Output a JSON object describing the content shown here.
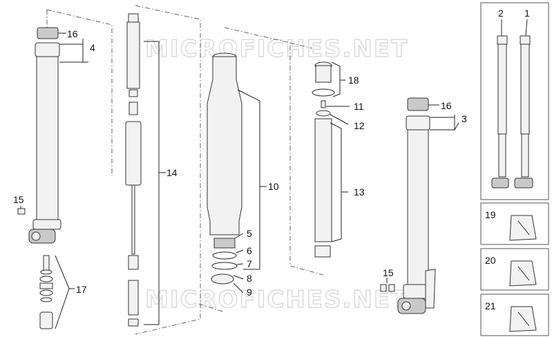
{
  "watermark": "MICROFICHES.NET",
  "callouts": {
    "c1": "1",
    "c2": "2",
    "c3": "3",
    "c4": "4",
    "c5": "5",
    "c6": "6",
    "c7": "7",
    "c8": "8",
    "c9": "9",
    "c10": "10",
    "c11": "11",
    "c12": "12",
    "c13": "13",
    "c14": "14",
    "c15a": "15",
    "c15b": "15",
    "c16a": "16",
    "c16b": "16",
    "c17": "17",
    "c18": "18",
    "c19": "19",
    "c20": "20",
    "c21": "21"
  }
}
